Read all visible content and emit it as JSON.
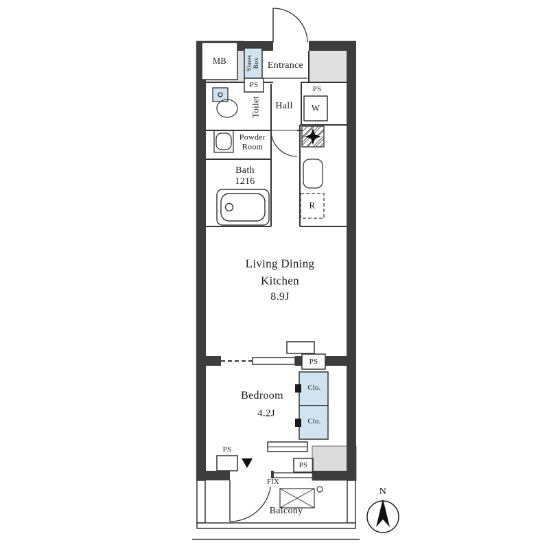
{
  "plan": {
    "mb": "MB",
    "shoes_box": "Shoes Box",
    "entrance": "Entrance",
    "ps": "PS",
    "toilet": "Toilet",
    "hall": "Hall",
    "washer": "W",
    "powder_line1": "Powder",
    "powder_line2": "Room",
    "bath_line1": "Bath",
    "bath_line2": "1216",
    "fridge": "R",
    "ldk_line1": "Living Dining",
    "ldk_line2": "Kitchen",
    "ldk_area": "8.9J",
    "bedroom": "Bedroom",
    "bedroom_area": "4.2J",
    "closet": "Clo.",
    "fix": "FIX",
    "balcony": "Balcony",
    "north": "N"
  },
  "colors": {
    "wall": "#3d3d3d",
    "outline": "#333333",
    "fixture_blue": "#cfe4f0",
    "exterior_gray": "#e0e0e0",
    "pillar_gray": "#dcdcdc"
  }
}
